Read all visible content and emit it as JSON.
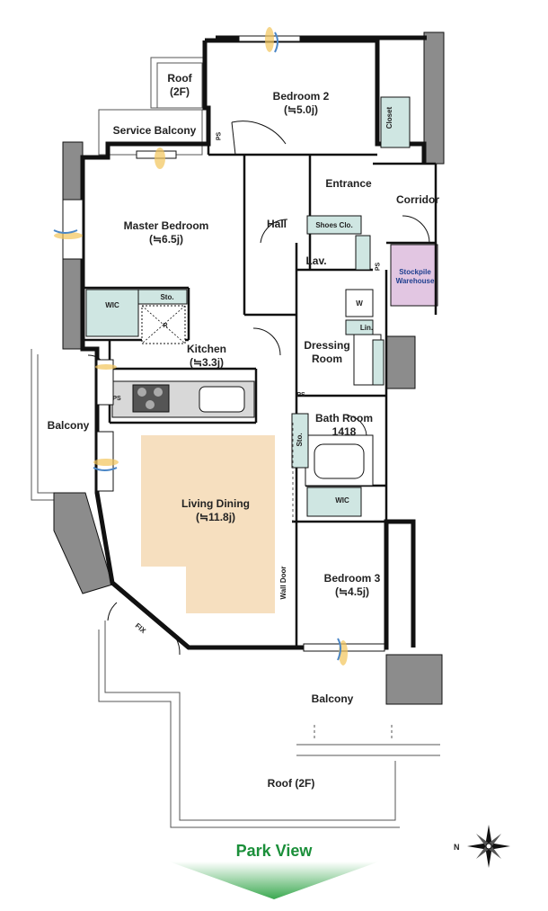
{
  "rooms": {
    "bedroom2": {
      "name": "Bedroom 2",
      "size": "(≒5.0j)"
    },
    "roof_top": {
      "name": "Roof",
      "sub": "(2F)"
    },
    "service_balcony": {
      "name": "Service Balcony"
    },
    "entrance": {
      "name": "Entrance"
    },
    "corridor": {
      "name": "Corridor"
    },
    "master_bedroom": {
      "name": "Master Bedroom",
      "size": "(≒6.5j)"
    },
    "hall": {
      "name": "Hall"
    },
    "shoes": {
      "name": "Shoes Clo."
    },
    "lav": {
      "name": "Lav."
    },
    "stockpile": {
      "name": "Stockpile",
      "sub": "Warehouse"
    },
    "wic1": {
      "name": "WIC"
    },
    "sto1": {
      "name": "Sto."
    },
    "r_mark": {
      "name": "R"
    },
    "w_mark": {
      "name": "W"
    },
    "lin": {
      "name": "Lin."
    },
    "kitchen": {
      "name": "Kitchen",
      "size": "(≒3.3j)"
    },
    "dressing": {
      "name": "Dressing",
      "sub": "Room"
    },
    "balcony_left": {
      "name": "Balcony"
    },
    "bath": {
      "name": "Bath Room",
      "sub": "1418"
    },
    "sto2": {
      "name": "Sto."
    },
    "living": {
      "name": "Living Dining",
      "size": "(≒11.8j)"
    },
    "wic2": {
      "name": "WIC"
    },
    "bedroom3": {
      "name": "Bedroom 3",
      "size": "(≒4.5j)"
    },
    "wall_door": {
      "name": "Wall Door"
    },
    "fix": {
      "name": "FIX"
    },
    "balcony_bottom": {
      "name": "Balcony"
    },
    "roof_bottom": {
      "name": "Roof (2F)"
    },
    "closet": {
      "name": "Closet"
    }
  },
  "marks": {
    "ps": "PS"
  },
  "view": {
    "label": "Park View"
  },
  "compass": {
    "letter": "N"
  },
  "colors": {
    "wall": "#111111",
    "living_floor": "#f6dfbf",
    "fixture": "#cfe6e2",
    "stockpile": "#e2c6e2",
    "shaft": "#8c8c8c",
    "window_glow": "#f2c55a",
    "window_blue": "#4a86c6",
    "arrow_green": "#3aa84f"
  }
}
